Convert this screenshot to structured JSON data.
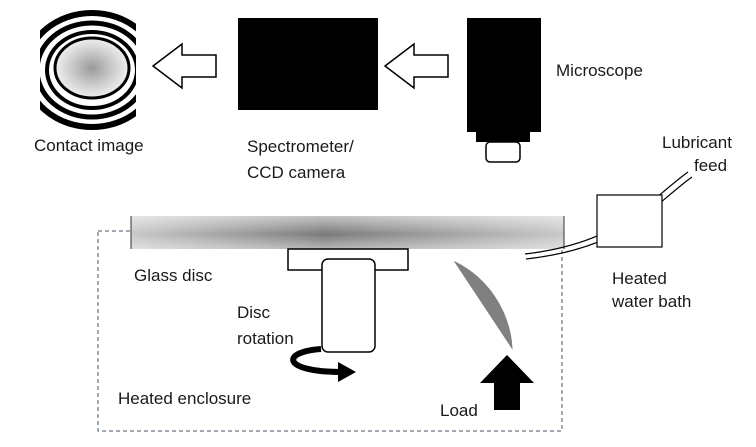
{
  "labels": {
    "contact_image": "Contact image",
    "spectrometer_line1": "Spectrometer/",
    "spectrometer_line2": "CCD camera",
    "microscope": "Microscope",
    "lubricant_line1": "Lubricant",
    "lubricant_line2": "feed",
    "glass_disc": "Glass disc",
    "heated_line1": "Heated",
    "heated_line2": "water bath",
    "disc_line1": "Disc",
    "disc_line2": "rotation",
    "heated_enclosure": "Heated enclosure",
    "load": "Load"
  },
  "colors": {
    "stroke": "#000000",
    "ball": "#808080",
    "enclosure_dash": "#44546a",
    "camera": "#000000"
  }
}
